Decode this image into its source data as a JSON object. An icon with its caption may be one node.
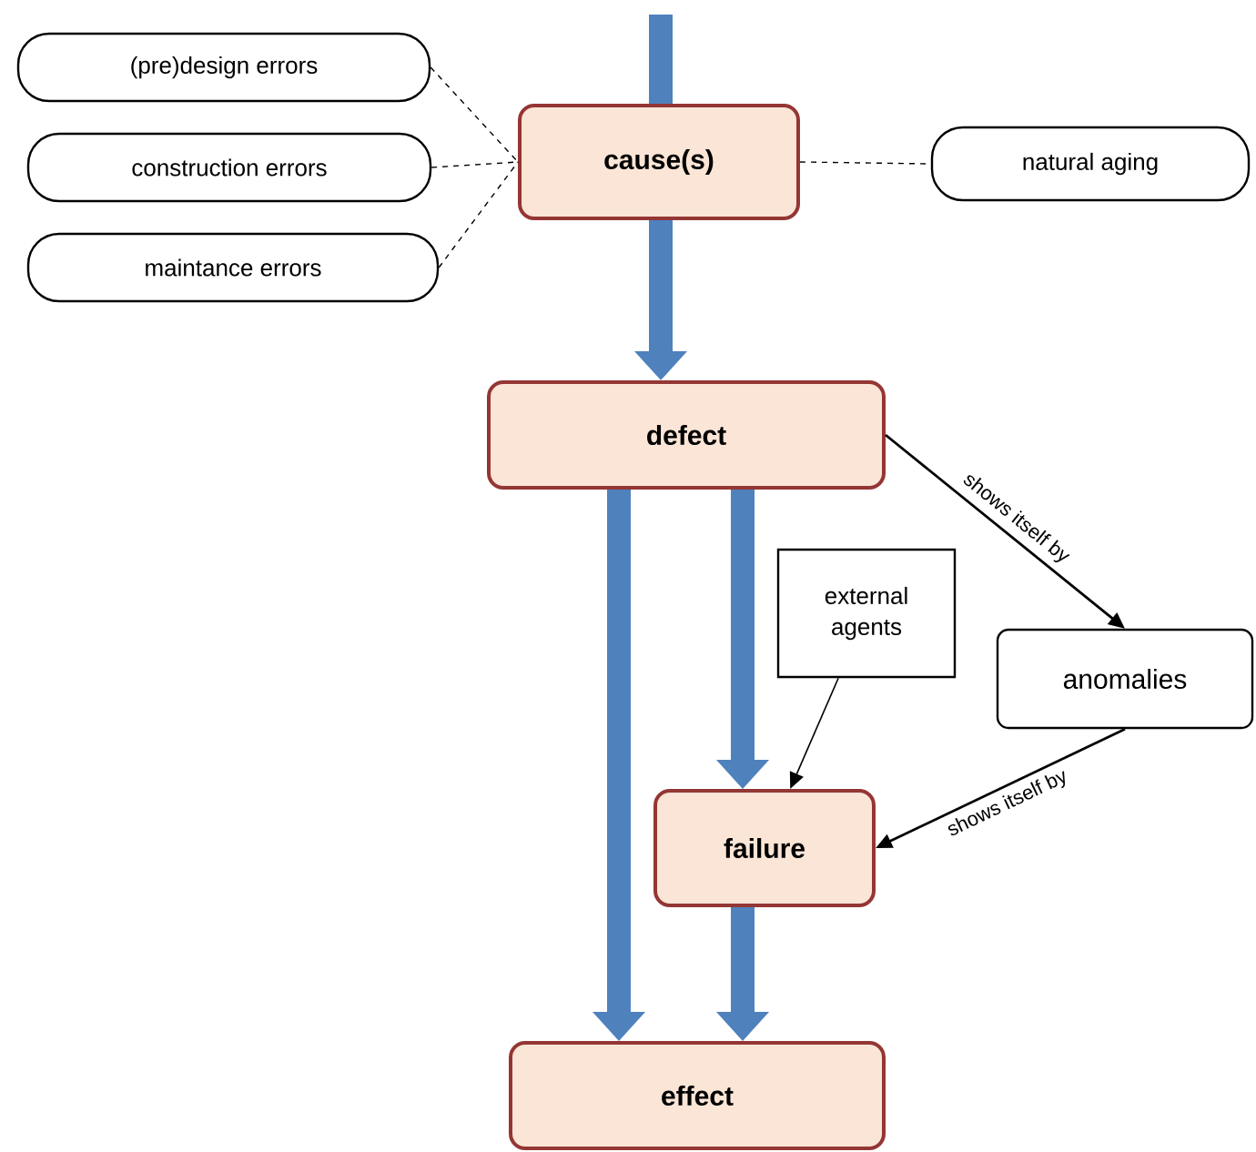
{
  "diagram": {
    "nodes": [
      {
        "text": [
          "(pre)design errors"
        ]
      },
      {
        "text": [
          "construction errors"
        ]
      },
      {
        "text": [
          "maintance errors"
        ]
      },
      {
        "text": [
          "cause(s)"
        ]
      },
      {
        "text": [
          "natural  aging"
        ]
      },
      {
        "text": [
          "defect"
        ]
      },
      {
        "text": [
          "external agents"
        ]
      },
      {
        "text": [
          "anomalies"
        ]
      },
      {
        "text": [
          "failure"
        ]
      },
      {
        "text": [
          "effect"
        ]
      }
    ],
    "edges": [
      {
        "from": 0,
        "to": 3,
        "arrow": "none",
        "style": "dashed"
      },
      {
        "from": 1,
        "to": 3,
        "arrow": "none",
        "style": "dashed"
      },
      {
        "from": 2,
        "to": 3,
        "arrow": "none",
        "style": "dashed"
      },
      {
        "from": 3,
        "to": 4,
        "arrow": "none",
        "style": "dashed"
      },
      {
        "from": null,
        "to": 3,
        "arrow": "none",
        "style": "thick",
        "color": "#4f81bd"
      },
      {
        "from": 3,
        "to": 5,
        "arrow": "to",
        "style": "thick",
        "color": "#4f81bd"
      },
      {
        "from": 5,
        "to": 9,
        "arrow": "to",
        "style": "thick",
        "color": "#4f81bd"
      },
      {
        "from": 5,
        "to": 8,
        "arrow": "to",
        "style": "thick",
        "color": "#4f81bd"
      },
      {
        "from": 8,
        "to": 9,
        "arrow": "to",
        "style": "thick",
        "color": "#4f81bd"
      },
      {
        "from": 6,
        "to": 8,
        "arrow": "to"
      },
      {
        "from": 5,
        "to": 7,
        "arrow": "to",
        "label": "shows itself by"
      },
      {
        "from": 7,
        "to": 8,
        "arrow": "to",
        "label": "shows itself by"
      }
    ]
  }
}
